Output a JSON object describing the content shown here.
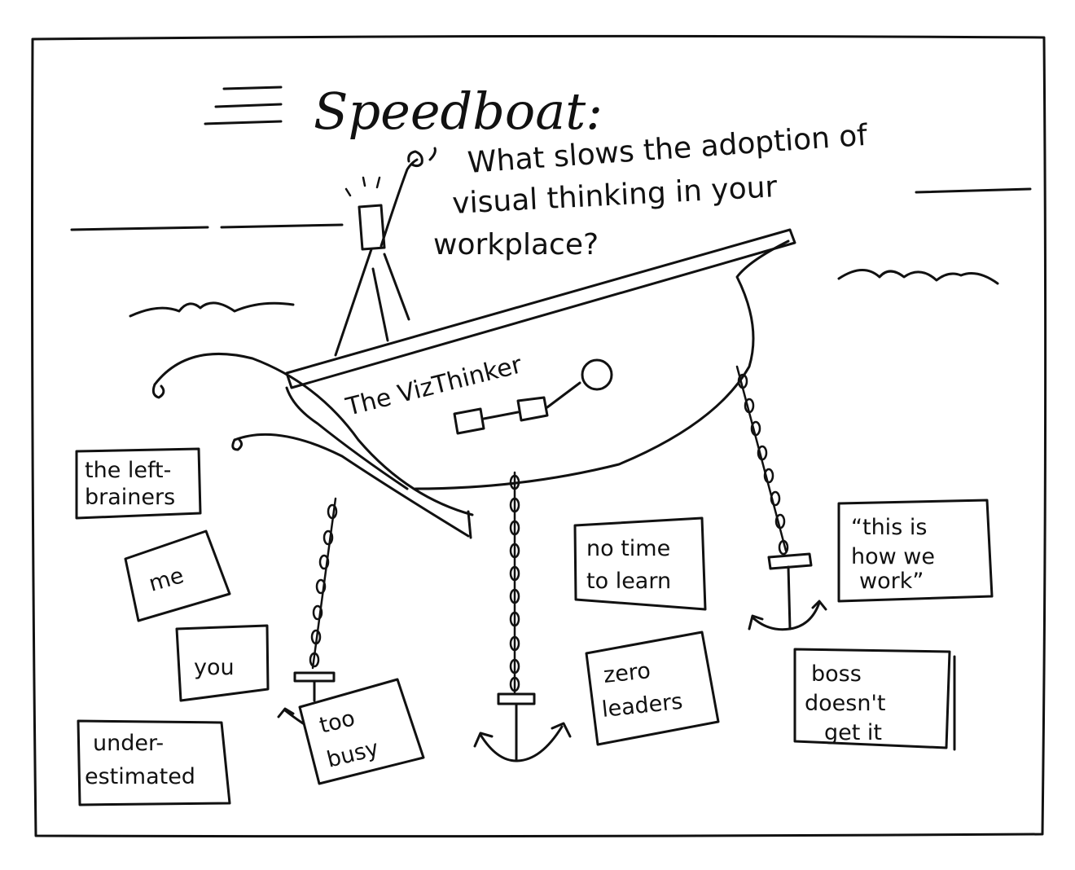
{
  "title": "Speedboat:",
  "question": {
    "line1": "What slows the adoption of",
    "line2": "visual thinking in your",
    "line3": "workplace?"
  },
  "boat": {
    "name": "The VizThinker"
  },
  "labels": [
    {
      "id": "left-brainers",
      "lines": [
        "the left-",
        "brainers"
      ]
    },
    {
      "id": "me",
      "lines": [
        "me"
      ]
    },
    {
      "id": "you",
      "lines": [
        "you"
      ]
    },
    {
      "id": "under-estimated",
      "lines": [
        "under-",
        "estimated"
      ]
    },
    {
      "id": "too-busy",
      "lines": [
        "too",
        "busy"
      ]
    },
    {
      "id": "no-time-to-learn",
      "lines": [
        "no time",
        "to learn"
      ]
    },
    {
      "id": "zero-leaders",
      "lines": [
        "zero",
        "leaders"
      ]
    },
    {
      "id": "this-is-how-we-work",
      "lines": [
        "“this is",
        "how we",
        "work”"
      ]
    },
    {
      "id": "boss-doesnt-get-it",
      "lines": [
        "boss",
        "doesn't",
        "get it"
      ]
    }
  ],
  "anchors": [
    {
      "id": "anchor-left"
    },
    {
      "id": "anchor-middle"
    },
    {
      "id": "anchor-right"
    }
  ],
  "colors": {
    "ink": "#111111",
    "paper": "#ffffff"
  }
}
